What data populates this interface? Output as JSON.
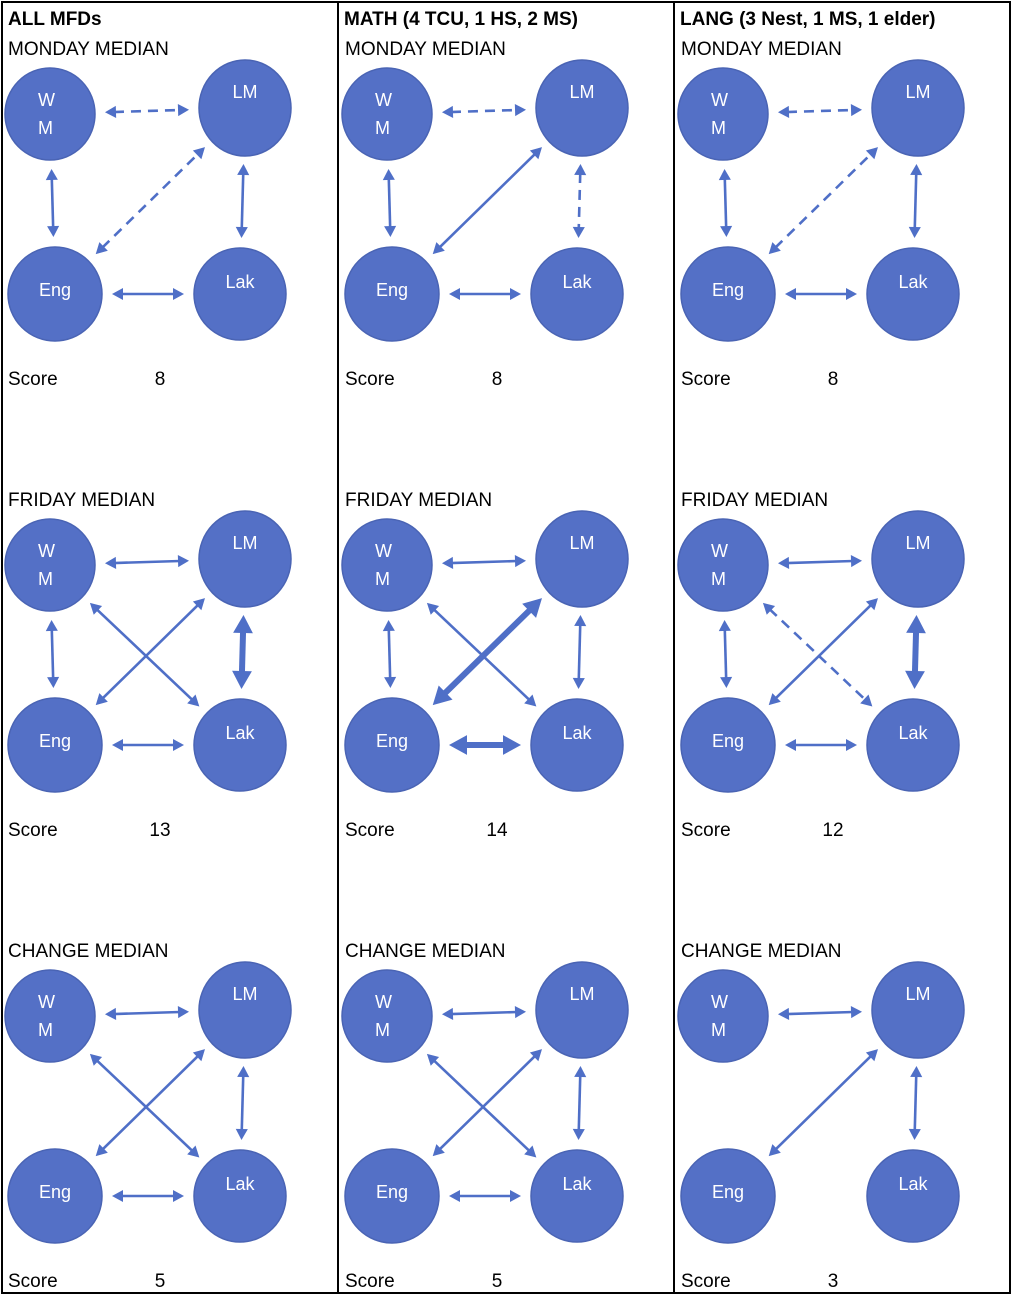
{
  "columns": [
    {
      "title": "ALL MFDs"
    },
    {
      "title": "MATH (4 TCU, 1 HS, 2 MS)"
    },
    {
      "title": "LANG (3 Nest, 1 MS, 1 elder)"
    }
  ],
  "node_labels": {
    "wm_line1": "W",
    "wm_line2": "M",
    "lm": "LM",
    "eng": "Eng",
    "lak": "Lak"
  },
  "score_label": "Score",
  "colors": {
    "node": "#5470c6",
    "edge": "#4f6fc7",
    "border": "#000000"
  },
  "panels": [
    [
      {
        "title": "MONDAY MEDIAN",
        "score": "8",
        "edges": [
          {
            "from": "wm",
            "to": "lm",
            "style": "dashed",
            "weight": "normal"
          },
          {
            "from": "wm",
            "to": "eng",
            "style": "solid",
            "weight": "normal"
          },
          {
            "from": "eng",
            "to": "lm",
            "style": "dashed",
            "weight": "normal"
          },
          {
            "from": "lm",
            "to": "lak",
            "style": "solid",
            "weight": "normal"
          },
          {
            "from": "eng",
            "to": "lak",
            "style": "solid",
            "weight": "normal"
          }
        ]
      },
      {
        "title": "FRIDAY MEDIAN",
        "score": "13",
        "edges": [
          {
            "from": "wm",
            "to": "lm",
            "style": "solid",
            "weight": "normal"
          },
          {
            "from": "wm",
            "to": "eng",
            "style": "solid",
            "weight": "normal"
          },
          {
            "from": "wm",
            "to": "lak",
            "style": "solid",
            "weight": "normal"
          },
          {
            "from": "eng",
            "to": "lm",
            "style": "solid",
            "weight": "normal"
          },
          {
            "from": "lm",
            "to": "lak",
            "style": "solid",
            "weight": "thick"
          },
          {
            "from": "eng",
            "to": "lak",
            "style": "solid",
            "weight": "normal"
          }
        ]
      },
      {
        "title": "CHANGE MEDIAN",
        "score": "5",
        "edges": [
          {
            "from": "wm",
            "to": "lm",
            "style": "solid",
            "weight": "normal"
          },
          {
            "from": "wm",
            "to": "lak",
            "style": "solid",
            "weight": "normal"
          },
          {
            "from": "eng",
            "to": "lm",
            "style": "solid",
            "weight": "normal"
          },
          {
            "from": "lm",
            "to": "lak",
            "style": "solid",
            "weight": "normal"
          },
          {
            "from": "eng",
            "to": "lak",
            "style": "solid",
            "weight": "normal"
          }
        ]
      }
    ],
    [
      {
        "title": "MONDAY MEDIAN",
        "score": "8",
        "edges": [
          {
            "from": "wm",
            "to": "lm",
            "style": "dashed",
            "weight": "normal"
          },
          {
            "from": "wm",
            "to": "eng",
            "style": "solid",
            "weight": "normal"
          },
          {
            "from": "eng",
            "to": "lm",
            "style": "solid",
            "weight": "normal"
          },
          {
            "from": "lm",
            "to": "lak",
            "style": "dashed",
            "weight": "normal"
          },
          {
            "from": "eng",
            "to": "lak",
            "style": "solid",
            "weight": "normal"
          }
        ]
      },
      {
        "title": "FRIDAY MEDIAN",
        "score": "14",
        "edges": [
          {
            "from": "wm",
            "to": "lm",
            "style": "solid",
            "weight": "normal"
          },
          {
            "from": "wm",
            "to": "eng",
            "style": "solid",
            "weight": "normal"
          },
          {
            "from": "wm",
            "to": "lak",
            "style": "solid",
            "weight": "normal"
          },
          {
            "from": "eng",
            "to": "lm",
            "style": "solid",
            "weight": "thick"
          },
          {
            "from": "lm",
            "to": "lak",
            "style": "solid",
            "weight": "normal"
          },
          {
            "from": "eng",
            "to": "lak",
            "style": "solid",
            "weight": "thick"
          }
        ]
      },
      {
        "title": "CHANGE MEDIAN",
        "score": "5",
        "edges": [
          {
            "from": "wm",
            "to": "lm",
            "style": "solid",
            "weight": "normal"
          },
          {
            "from": "wm",
            "to": "lak",
            "style": "solid",
            "weight": "normal"
          },
          {
            "from": "eng",
            "to": "lm",
            "style": "solid",
            "weight": "normal"
          },
          {
            "from": "lm",
            "to": "lak",
            "style": "solid",
            "weight": "normal"
          },
          {
            "from": "eng",
            "to": "lak",
            "style": "solid",
            "weight": "normal"
          }
        ]
      }
    ],
    [
      {
        "title": "MONDAY MEDIAN",
        "score": "8",
        "edges": [
          {
            "from": "wm",
            "to": "lm",
            "style": "dashed",
            "weight": "normal"
          },
          {
            "from": "wm",
            "to": "eng",
            "style": "solid",
            "weight": "normal"
          },
          {
            "from": "eng",
            "to": "lm",
            "style": "dashed",
            "weight": "normal"
          },
          {
            "from": "lm",
            "to": "lak",
            "style": "solid",
            "weight": "normal"
          },
          {
            "from": "eng",
            "to": "lak",
            "style": "solid",
            "weight": "normal"
          }
        ]
      },
      {
        "title": "FRIDAY MEDIAN",
        "score": "12",
        "edges": [
          {
            "from": "wm",
            "to": "lm",
            "style": "solid",
            "weight": "normal"
          },
          {
            "from": "wm",
            "to": "eng",
            "style": "solid",
            "weight": "normal"
          },
          {
            "from": "wm",
            "to": "lak",
            "style": "dashed",
            "weight": "normal"
          },
          {
            "from": "eng",
            "to": "lm",
            "style": "solid",
            "weight": "normal"
          },
          {
            "from": "lm",
            "to": "lak",
            "style": "solid",
            "weight": "thick"
          },
          {
            "from": "eng",
            "to": "lak",
            "style": "solid",
            "weight": "normal"
          }
        ]
      },
      {
        "title": "CHANGE MEDIAN",
        "score": "3",
        "edges": [
          {
            "from": "wm",
            "to": "lm",
            "style": "solid",
            "weight": "normal"
          },
          {
            "from": "eng",
            "to": "lm",
            "style": "solid",
            "weight": "normal"
          },
          {
            "from": "lm",
            "to": "lak",
            "style": "solid",
            "weight": "normal"
          }
        ]
      }
    ]
  ]
}
